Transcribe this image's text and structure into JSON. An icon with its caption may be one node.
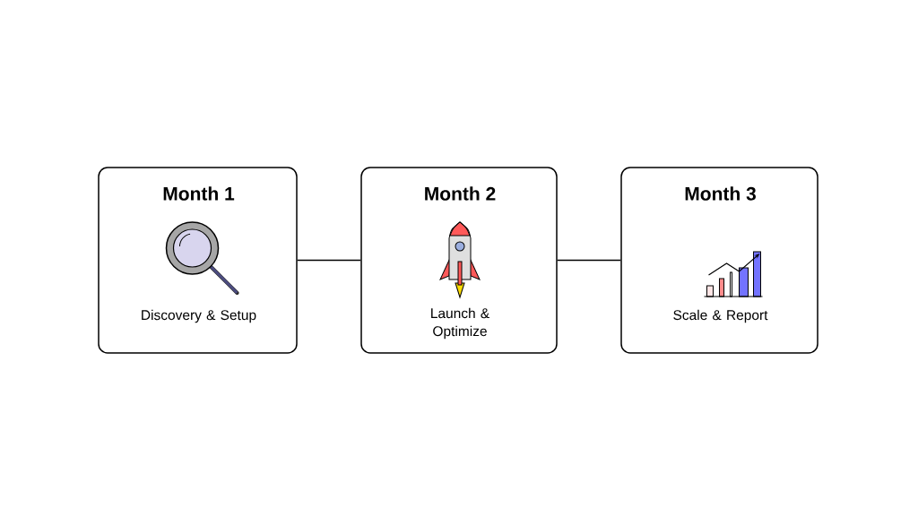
{
  "diagram": {
    "nodes": [
      {
        "text": [
          "Month 1",
          "Discovery & Setup"
        ]
      },
      {
        "text": [
          "Month 2",
          "Launch & Optimize"
        ]
      },
      {
        "text": [
          "Month 3",
          "Scale & Report"
        ]
      }
    ],
    "edges": [
      {
        "from": 0,
        "to": 1,
        "arrow": "none"
      },
      {
        "from": 1,
        "to": 2,
        "arrow": "none"
      }
    ]
  }
}
